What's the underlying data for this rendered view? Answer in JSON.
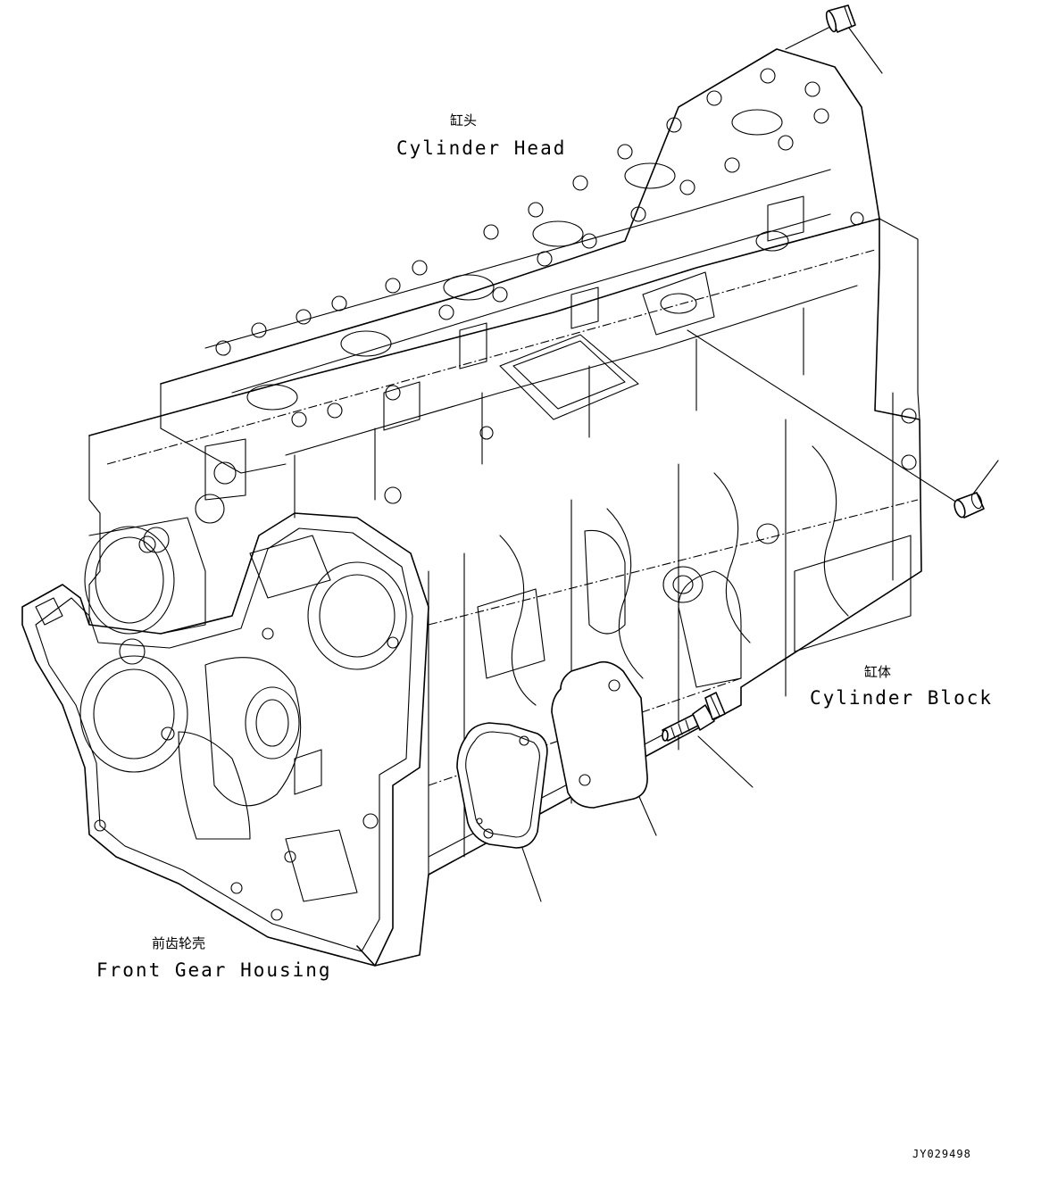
{
  "labels": {
    "cylinder_head_cn": "缸头",
    "cylinder_head_en": "Cylinder Head",
    "cylinder_block_cn": "缸体",
    "cylinder_block_en": "Cylinder Block",
    "front_gear_housing_cn": "前齿轮壳",
    "front_gear_housing_en": "Front Gear Housing"
  },
  "drawing_code": "JY029498",
  "parts": [
    "plug-top",
    "plug-right",
    "bolt",
    "cover-plate",
    "gasket"
  ]
}
